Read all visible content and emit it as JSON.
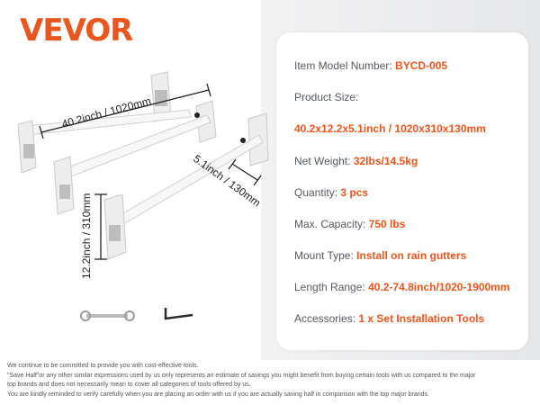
{
  "brand": {
    "logo_text": "VEVOR",
    "accent_color": "#e8571e"
  },
  "dimensions": {
    "length": "40.2inch / 1020mm",
    "width": "5.1inch / 130mm",
    "height": "12.2inch / 310mm"
  },
  "specs": {
    "model_label": "Item Model Number:",
    "model_value": "BYCD-005",
    "size_label": "Product Size:",
    "size_value": "40.2x12.2x5.1inch / 1020x310x130mm",
    "weight_label": "Net Weight:",
    "weight_value": "32lbs/14.5kg",
    "quantity_label": "Quantity:",
    "quantity_value": "3 pcs",
    "capacity_label": "Max. Capacity:",
    "capacity_value": "750 lbs",
    "mount_label": "Mount Type:",
    "mount_value": "Install on rain gutters",
    "length_label": "Length Range:",
    "length_value": "40.2-74.8inch/1020-1900mm",
    "accessories_label": "Accessories:",
    "accessories_value": "1 x Set Installation Tools"
  },
  "footer": {
    "line1": "We continue to be committed to provide you with cost-effective tools.",
    "line2": "\"Save Half\"or any other similar expressions used by us only represents an estimate of savings you might benefit from buying certain tools with us compared to the major",
    "line3": "top brands and does not necessarily mean to cover all categories of tools offered by us.",
    "line4": "You are kindly reminded to verify carefully when you are placing an order with us if you are actually saving half in comparison with the top major brands."
  }
}
